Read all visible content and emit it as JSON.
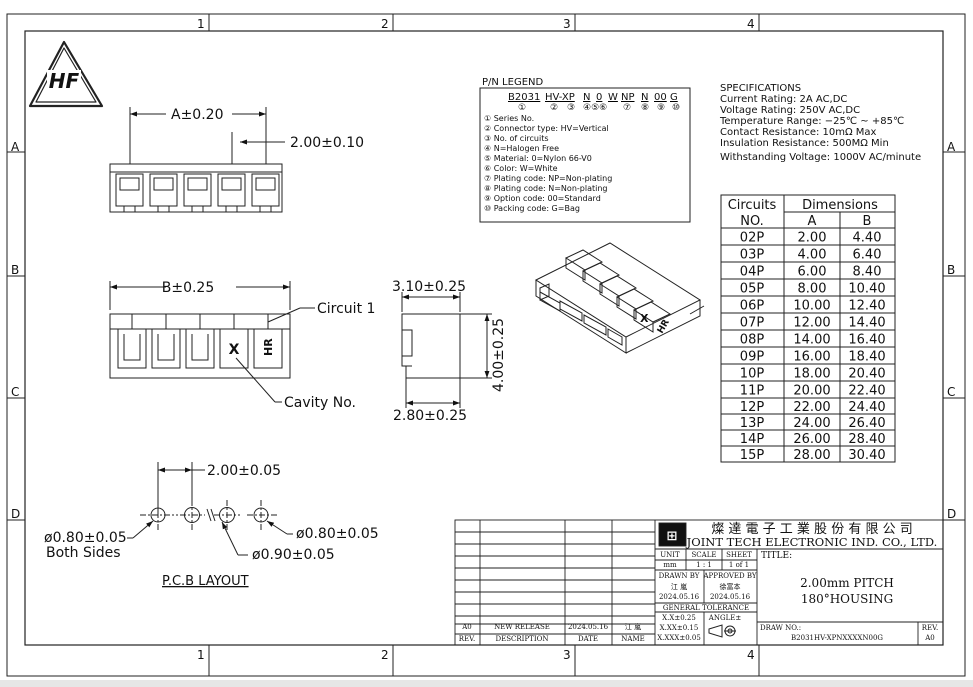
{
  "border": {
    "columns": [
      "1",
      "2",
      "3",
      "4"
    ],
    "rows": [
      "A",
      "B",
      "C",
      "D"
    ]
  },
  "logo": {
    "text": "HF"
  },
  "top_view": {
    "dim_a": "A±0.20",
    "dim_pitch": "2.00±0.10"
  },
  "front_view": {
    "dim_b": "B±0.25",
    "circuit1_label": "Circuit 1",
    "cavity_label": "Cavity No.",
    "polarity_mark": "HR",
    "x_mark": "X"
  },
  "side_view": {
    "dim_top": "3.10±0.25",
    "dim_height": "4.00±0.25",
    "dim_bottom": "2.80±0.25"
  },
  "pcb": {
    "pitch": "2.00±0.05",
    "hole_left": "ø0.80±0.05",
    "hole_left_note": "Both Sides",
    "hole_right": "ø0.80±0.05",
    "hole_mid": "ø0.90±0.05",
    "title": "P.C.B LAYOUT"
  },
  "pn_legend": {
    "title": "P/N LEGEND",
    "code_parts": [
      "B2031",
      "HV-XP",
      "N",
      "0",
      "W",
      "NP",
      "N",
      "00",
      "G"
    ],
    "code_numbers": [
      "①",
      "②",
      "③",
      "④⑤⑥",
      "⑦",
      "⑧",
      "⑨",
      "⑩"
    ],
    "items": [
      "① Series No.",
      "② Connector type: HV=Vertical",
      "③ No. of circuits",
      "④ N=Halogen Free",
      "⑤ Material: 0=Nylon 66-V0",
      "⑥ Color: W=White",
      "⑦ Plating code: NP=Non-plating",
      "⑧ Plating code: N=Non-plating",
      "⑨ Option code: 00=Standard",
      "⑩ Packing code: G=Bag"
    ]
  },
  "specifications": {
    "title": "SPECIFICATIONS",
    "lines": [
      "Current Rating:  2A AC,DC",
      "Voltage Rating:  250V AC,DC",
      "Temperature Range:  −25℃ ~ +85℃",
      "Contact Resistance:  10mΩ Max",
      "Insulation Resistance:  500MΩ Min",
      "Withstanding Voltage:  1000V AC/minute"
    ]
  },
  "dimension_table": {
    "header_circuits": "Circuits",
    "header_no": "NO.",
    "header_dimensions": "Dimensions",
    "header_a": "A",
    "header_b": "B",
    "rows": [
      [
        "02P",
        "2.00",
        "4.40"
      ],
      [
        "03P",
        "4.00",
        "6.40"
      ],
      [
        "04P",
        "6.00",
        "8.40"
      ],
      [
        "05P",
        "8.00",
        "10.40"
      ],
      [
        "06P",
        "10.00",
        "12.40"
      ],
      [
        "07P",
        "12.00",
        "14.40"
      ],
      [
        "08P",
        "14.00",
        "16.40"
      ],
      [
        "09P",
        "16.00",
        "18.40"
      ],
      [
        "10P",
        "18.00",
        "20.40"
      ],
      [
        "11P",
        "20.00",
        "22.40"
      ],
      [
        "12P",
        "22.00",
        "24.40"
      ],
      [
        "13P",
        "24.00",
        "26.40"
      ],
      [
        "14P",
        "26.00",
        "28.40"
      ],
      [
        "15P",
        "28.00",
        "30.40"
      ]
    ]
  },
  "title_block": {
    "company_cn": "燦 達 電 子 工 業 股 份 有 限 公 司",
    "company_en": "JOINT TECH ELECTRONIC IND. CO., LTD.",
    "unit_label": "UNIT",
    "unit_value": "mm",
    "scale_label": "SCALE",
    "scale_value": "1 : 1",
    "sheet_label": "SHEET",
    "sheet_value": "1 of 1",
    "title_label": "TITLE:",
    "title_line1": "2.00mm PITCH",
    "title_line2": "180°HOUSING",
    "drawn_by_label": "DRAWN BY",
    "drawn_by_name": "江 嵐",
    "drawn_by_date": "2024.05.16",
    "approved_by_label": "APPROVED BY",
    "approved_by_name": "徐富本",
    "approved_by_date": "2024.05.16",
    "general_tolerance": "GENERAL TOLERANCE",
    "tolerances": [
      "X.X±0.25",
      "X.XX±0.15",
      "X.XXX±0.05"
    ],
    "angle_label": "ANGLE±",
    "draw_no_label": "DRAW NO.:",
    "draw_no": "B2031HV-XPNXXXXN00G",
    "rev_label": "REV.",
    "rev_value": "A0",
    "revision_row": {
      "rev": "A0",
      "description": "NEW RELEASE",
      "date": "2024.05.16",
      "name": "江 嵐"
    },
    "revision_header": {
      "rev": "REV.",
      "description": "DESCRIPTION",
      "date": "DATE",
      "name": "NAME"
    }
  }
}
